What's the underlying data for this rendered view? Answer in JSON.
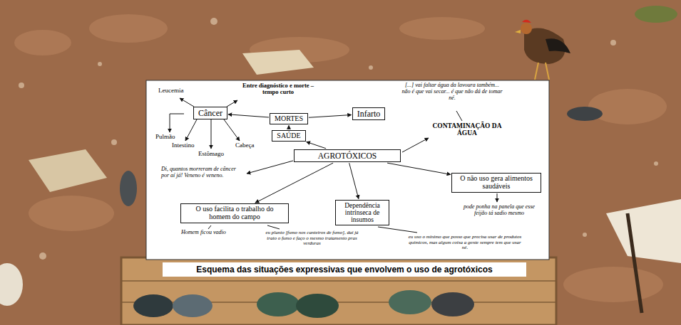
{
  "diagram": {
    "caption": "Esquema das situações expressivas que envolvem o uso de agrotóxicos",
    "nodes": [
      {
        "text": [
          "Câncer"
        ]
      },
      {
        "text": [
          "MORTES"
        ]
      },
      {
        "text": [
          "Infarto"
        ]
      },
      {
        "text": [
          "SAÚDE"
        ]
      },
      {
        "text": [
          "AGROTÓXICOS"
        ]
      },
      {
        "text": [
          "O não uso gera alimentos saudáveis"
        ]
      },
      {
        "text": [
          "O uso facilita o trabalho do homem do campo"
        ]
      },
      {
        "text": [
          "Dependência intrínseca de insumos"
        ]
      }
    ],
    "edges": [
      {
        "from": 4,
        "to": 3,
        "arrow": "to"
      },
      {
        "from": 3,
        "to": 1,
        "arrow": "to"
      },
      {
        "from": 1,
        "to": 0,
        "arrow": "to"
      },
      {
        "from": 1,
        "to": 2,
        "arrow": "to"
      },
      {
        "from": 4,
        "to": 5,
        "arrow": "to"
      },
      {
        "from": 4,
        "to": 6,
        "arrow": "to"
      },
      {
        "from": 4,
        "to": 7,
        "arrow": "to"
      }
    ],
    "labels": [
      "Leucemia",
      "Entre diagnóstico e morte – tempo curto",
      "Pulmão",
      "Intestino",
      "Estômago",
      "Cabeça",
      "Di, quantos morreram de câncer por aí já! Veneno é veneno.",
      "[...] vai faltar água da lavoura também... não é que vai secar... é que não dá de tomar né.",
      "CONTAMINAÇÃO DA ÁGUA",
      "pode ponha na panela que esse feijão tá sadio mesmo",
      "Homem ficou vadio",
      "eu planto [fumo nos canteiros de fumo], daí já trato o fumo e faço o mesmo tratamento pras verduras",
      "eu uso o mínimo que posso que precisa usar de produtos químicos, mas algum coisa a gente sempre tem que usar né."
    ]
  }
}
